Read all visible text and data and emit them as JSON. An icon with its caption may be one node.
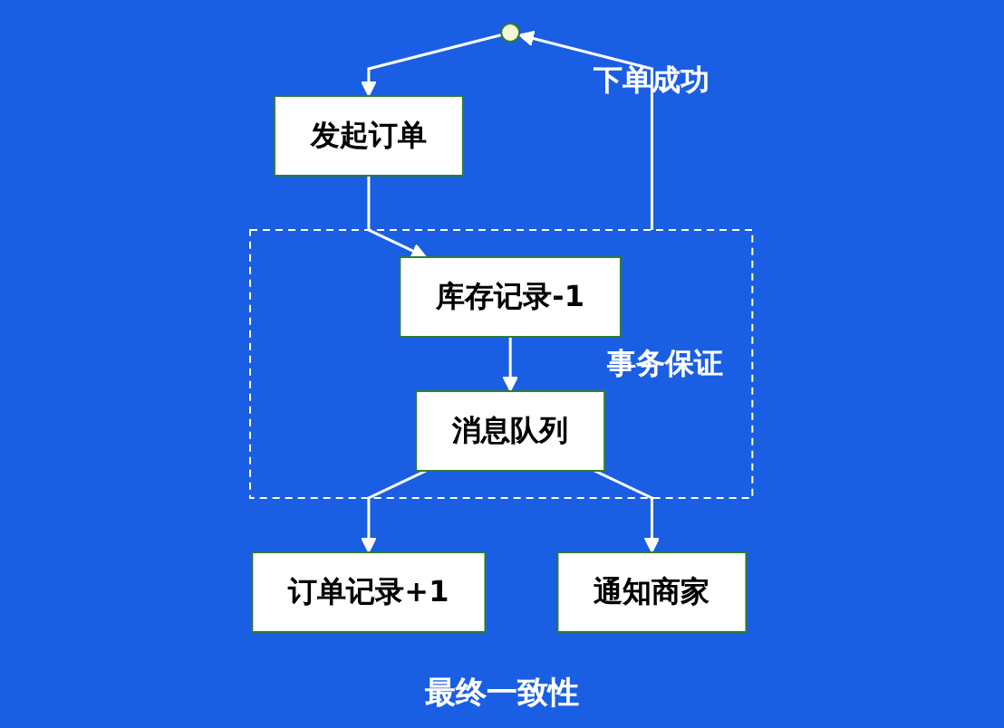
{
  "diagram": {
    "nodes": [
      {
        "text": [],
        "shape": "circle"
      },
      {
        "text": [
          "发起订单"
        ]
      },
      {
        "text": [
          "事务保证"
        ]
      },
      {
        "text": [
          "库存记录-1"
        ],
        "in": 2
      },
      {
        "text": [
          "消息队列"
        ],
        "in": 2
      },
      {
        "text": [
          "订单记录+1"
        ]
      },
      {
        "text": [
          "通知商家"
        ]
      }
    ],
    "edges": [
      {
        "from": 0,
        "to": 1,
        "arrow": "to"
      },
      {
        "from": 1,
        "to": 3,
        "arrow": "to"
      },
      {
        "from": 3,
        "to": 4,
        "arrow": "to"
      },
      {
        "from": 4,
        "to": 5,
        "arrow": "to"
      },
      {
        "from": 4,
        "to": 6,
        "arrow": "to"
      },
      {
        "from": 2,
        "to": 0,
        "label": "下单成功",
        "arrow": "to"
      }
    ],
    "labels": [
      "最终一致性"
    ]
  }
}
